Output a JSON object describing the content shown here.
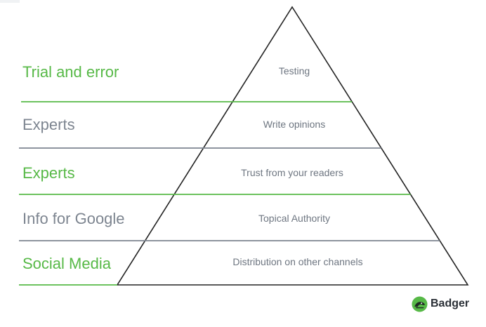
{
  "colors": {
    "green": "#57b947",
    "gray": "#7d8590",
    "outline": "#222222",
    "tier_text": "#6e7681"
  },
  "rows": [
    {
      "label": "Trial and error",
      "tier": "Testing",
      "color": "green"
    },
    {
      "label": "Experts",
      "tier": "Write opinions",
      "color": "gray"
    },
    {
      "label": "Experts",
      "tier": "Trust from your readers",
      "color": "green"
    },
    {
      "label": "Info for Google",
      "tier": "Topical Authority",
      "color": "gray"
    },
    {
      "label": "Social Media",
      "tier": "Distribution on other channels",
      "color": "green"
    }
  ],
  "brand": {
    "name": "Badger",
    "icon": "badger-logo-icon"
  }
}
